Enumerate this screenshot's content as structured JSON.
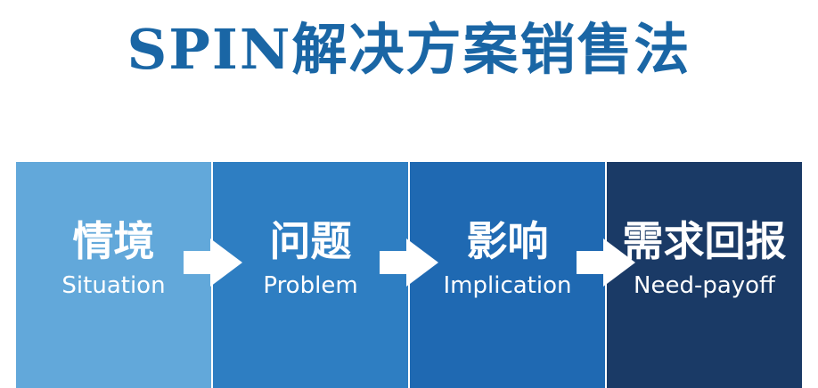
{
  "title": "SPIN解决方案销售法",
  "steps": [
    {
      "cn": "情境",
      "en": "Situation",
      "color": "#62a8da"
    },
    {
      "cn": "问题",
      "en": "Problem",
      "color": "#2e7ec2"
    },
    {
      "cn": "影响",
      "en": "Implication",
      "color": "#1f69b2"
    },
    {
      "cn": "需求回报",
      "en": "Need-payoff",
      "color": "#1a3a66"
    }
  ],
  "colors": {
    "title": "#1a66a5",
    "arrow": "#ffffff",
    "step_text": "#ffffff",
    "background": "#ffffff"
  }
}
